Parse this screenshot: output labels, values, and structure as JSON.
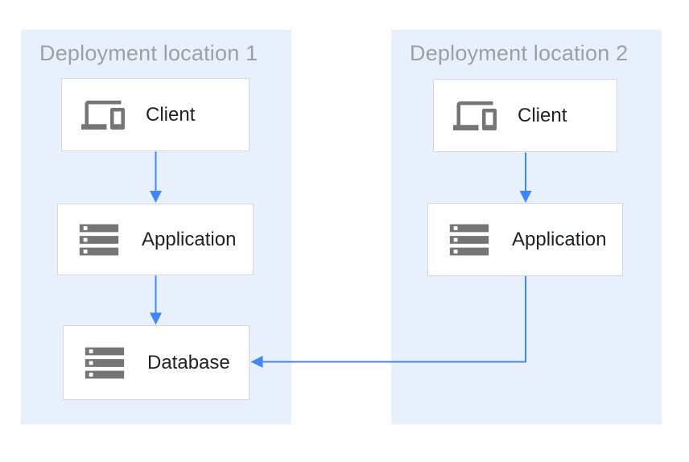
{
  "diagram": {
    "colors": {
      "canvas_bg": "#ffffff",
      "panel_bg": "#e8f1fb",
      "title_gray": "#9aa0a6",
      "icon_gray": "#757575",
      "accent_blue": "#4285f4",
      "node_border": "#d5d8dc",
      "text_dark": "#202124"
    },
    "panels": [
      {
        "id": "deployment-location-1",
        "title": "Deployment location 1",
        "nodes": [
          {
            "id": "client-1",
            "label": "Client",
            "icon": "devices-icon"
          },
          {
            "id": "application-1",
            "label": "Application",
            "icon": "server-stack-icon"
          },
          {
            "id": "database-1",
            "label": "Database",
            "icon": "server-stack-icon"
          }
        ]
      },
      {
        "id": "deployment-location-2",
        "title": "Deployment location 2",
        "nodes": [
          {
            "id": "client-2",
            "label": "Client",
            "icon": "devices-icon"
          },
          {
            "id": "application-2",
            "label": "Application",
            "icon": "server-stack-icon"
          }
        ]
      }
    ],
    "edges": [
      {
        "from": "client-1",
        "to": "application-1"
      },
      {
        "from": "application-1",
        "to": "database-1"
      },
      {
        "from": "client-2",
        "to": "application-2"
      },
      {
        "from": "application-2",
        "to": "database-1"
      }
    ]
  }
}
